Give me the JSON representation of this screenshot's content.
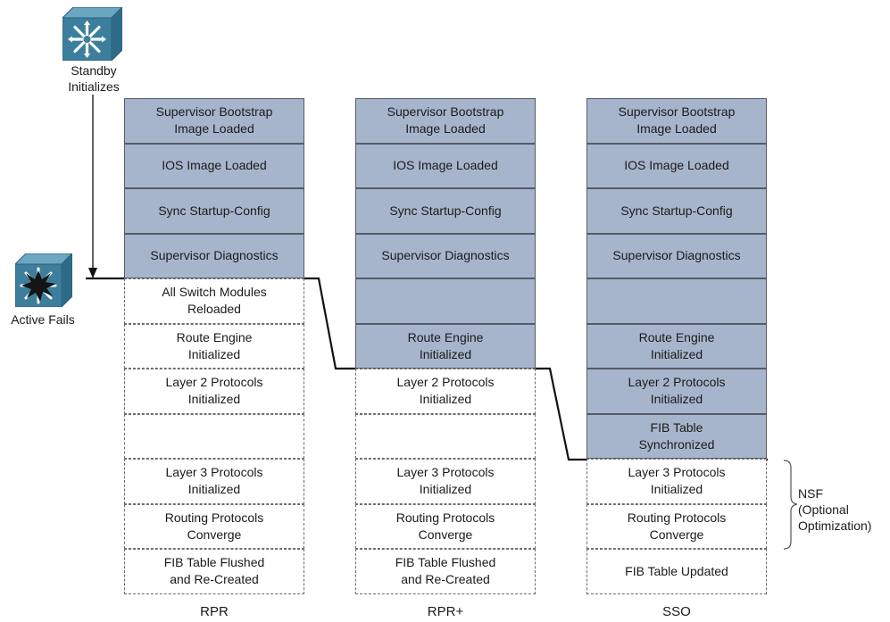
{
  "standby": {
    "icon": "switch-icon",
    "label": "Standby\nInitializes"
  },
  "active": {
    "icon": "failed-switch-icon",
    "label": "Active Fails"
  },
  "colors": {
    "filled": "#a7b5cc",
    "icon_blue": "#3c7f9d",
    "line": "#111111"
  },
  "columns": [
    {
      "name": "RPR",
      "cells": [
        {
          "text": "Supervisor Bootstrap\nImage Loaded",
          "state": "filled"
        },
        {
          "text": "IOS Image Loaded",
          "state": "filled"
        },
        {
          "text": "Sync Startup-Config",
          "state": "filled"
        },
        {
          "text": "Supervisor Diagnostics",
          "state": "filled"
        },
        {
          "text": "All Switch Modules\nReloaded",
          "state": "empty"
        },
        {
          "text": "Route Engine\nInitialized",
          "state": "empty"
        },
        {
          "text": "Layer 2 Protocols\nInitialized",
          "state": "empty"
        },
        {
          "text": "",
          "state": "empty"
        },
        {
          "text": "Layer 3 Protocols\nInitialized",
          "state": "empty"
        },
        {
          "text": "Routing Protocols\nConverge",
          "state": "empty"
        },
        {
          "text": "FIB Table Flushed\nand Re-Created",
          "state": "empty"
        }
      ]
    },
    {
      "name": "RPR+",
      "cells": [
        {
          "text": "Supervisor Bootstrap\nImage Loaded",
          "state": "filled"
        },
        {
          "text": "IOS Image Loaded",
          "state": "filled"
        },
        {
          "text": "Sync Startup-Config",
          "state": "filled"
        },
        {
          "text": "Supervisor Diagnostics",
          "state": "filled"
        },
        {
          "text": "",
          "state": "filled"
        },
        {
          "text": "Route Engine\nInitialized",
          "state": "filled"
        },
        {
          "text": "Layer 2 Protocols\nInitialized",
          "state": "empty"
        },
        {
          "text": "",
          "state": "empty"
        },
        {
          "text": "Layer 3 Protocols\nInitialized",
          "state": "empty"
        },
        {
          "text": "Routing Protocols\nConverge",
          "state": "empty"
        },
        {
          "text": "FIB Table Flushed\nand Re-Created",
          "state": "empty"
        }
      ]
    },
    {
      "name": "SSO",
      "cells": [
        {
          "text": "Supervisor Bootstrap\nImage Loaded",
          "state": "filled"
        },
        {
          "text": "IOS Image Loaded",
          "state": "filled"
        },
        {
          "text": "Sync Startup-Config",
          "state": "filled"
        },
        {
          "text": "Supervisor Diagnostics",
          "state": "filled"
        },
        {
          "text": "",
          "state": "filled"
        },
        {
          "text": "Route Engine\nInitialized",
          "state": "filled"
        },
        {
          "text": "Layer 2 Protocols\nInitialized",
          "state": "filled"
        },
        {
          "text": "FIB Table\nSynchronized",
          "state": "filled"
        },
        {
          "text": "Layer 3 Protocols\nInitialized",
          "state": "empty"
        },
        {
          "text": "Routing Protocols\nConverge",
          "state": "empty"
        },
        {
          "text": "FIB Table Updated",
          "state": "empty"
        }
      ]
    }
  ],
  "nsf": {
    "label": "NSF\n(Optional\nOptimization)"
  }
}
